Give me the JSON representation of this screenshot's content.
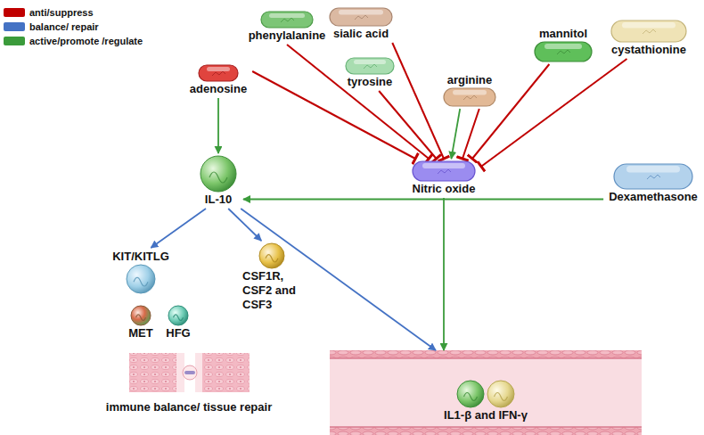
{
  "diagram": {
    "nodes": [
      {
        "text": [
          "phenylalanine"
        ]
      },
      {
        "text": [
          "sialic acid"
        ]
      },
      {
        "text": [
          "mannitol"
        ]
      },
      {
        "text": [
          "cystathionine"
        ]
      },
      {
        "text": [
          "adenosine"
        ]
      },
      {
        "text": [
          "tyrosine"
        ]
      },
      {
        "text": [
          "arginine"
        ]
      },
      {
        "text": [
          "Nitric oxide"
        ]
      },
      {
        "text": [
          "Dexamethasone"
        ]
      },
      {
        "text": [
          "IL-10"
        ]
      },
      {
        "text": [
          "KIT/KITLG"
        ]
      },
      {
        "text": [
          "MET"
        ]
      },
      {
        "text": [
          "HFG"
        ]
      },
      {
        "text": [
          "CSF1R, CSF2 and CSF3"
        ]
      },
      {
        "text": [
          "IL1-β and IFN-γ"
        ]
      }
    ],
    "edges": [
      {
        "from": 0,
        "to": 7,
        "arrow": "to"
      },
      {
        "from": 1,
        "to": 7,
        "arrow": "to"
      },
      {
        "from": 4,
        "to": 7,
        "arrow": "to"
      },
      {
        "from": 5,
        "to": 7,
        "arrow": "to"
      },
      {
        "from": 6,
        "to": 7,
        "arrow": "to"
      },
      {
        "from": 6,
        "to": 7,
        "arrow": "to"
      },
      {
        "from": 2,
        "to": 7,
        "arrow": "to"
      },
      {
        "from": 3,
        "to": 7,
        "arrow": "to"
      },
      {
        "from": 4,
        "to": 9,
        "arrow": "to"
      },
      {
        "from": 8,
        "to": 9,
        "arrow": "to"
      },
      {
        "from": 7,
        "to": 14,
        "arrow": "to"
      },
      {
        "from": 9,
        "to": 10,
        "arrow": "to"
      },
      {
        "from": 9,
        "to": 13,
        "arrow": "to"
      },
      {
        "from": 9,
        "to": 14,
        "arrow": "to"
      }
    ],
    "labels": [
      "immune balance/ tissue repair"
    ],
    "legend": [
      {
        "text": "anti/suppress",
        "color": "#c00000"
      },
      {
        "text": "balance/ repair",
        "color": "#4472c4"
      },
      {
        "text": "active/promote /regulate",
        "color": "#3b9b3b"
      }
    ]
  }
}
